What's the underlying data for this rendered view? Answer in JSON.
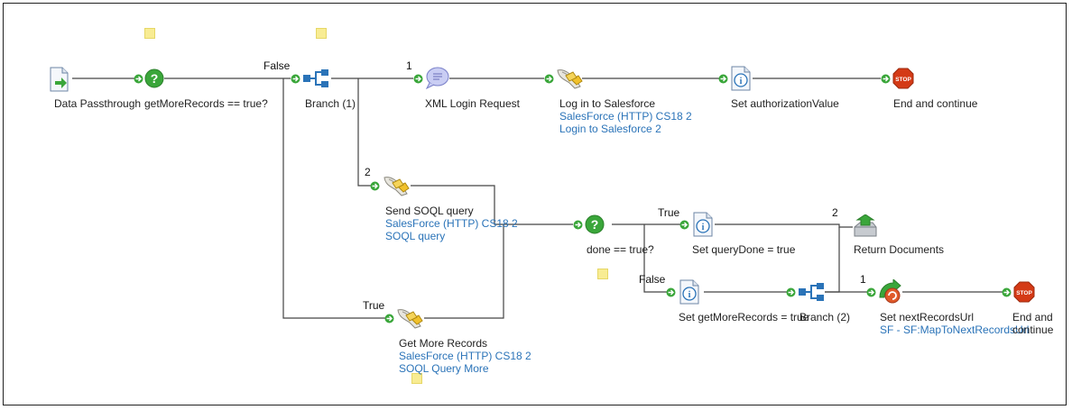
{
  "colors": {
    "wire": "#444444",
    "link": "#2a73b8",
    "connector": "#3aa63a",
    "decision": "#3aa63a",
    "stop": "#d43a16",
    "note": "#f8ec93"
  },
  "nodes": {
    "data_passthrough": {
      "label": "Data Passthrough",
      "icon": "document-icon"
    },
    "get_more_records_check": {
      "label": "getMoreRecords == true?",
      "icon": "question-icon"
    },
    "branch1": {
      "label": "Branch (1)",
      "icon": "branch-icon"
    },
    "xml_login": {
      "label": "XML Login Request",
      "icon": "message-icon"
    },
    "login_sf": {
      "label": "Log in to Salesforce",
      "icon": "plug-icon",
      "link1": "SalesForce (HTTP) CS18 2",
      "link2": "Login to Salesforce 2"
    },
    "set_auth": {
      "label": "Set authorizationValue",
      "icon": "info-icon"
    },
    "end1": {
      "label": "End and continue",
      "icon": "stop-icon"
    },
    "send_soql": {
      "label": "Send SOQL query",
      "icon": "plug-icon",
      "link1": "SalesForce (HTTP) CS18 2",
      "link2": "SOQL query"
    },
    "done_check": {
      "label": "done == true?",
      "icon": "question-icon"
    },
    "set_query_done": {
      "label": "Set queryDone = true",
      "icon": "info-icon"
    },
    "return_docs": {
      "label": "Return Documents",
      "icon": "return-icon"
    },
    "set_get_more": {
      "label": "Set getMoreRecords = true",
      "icon": "info-icon"
    },
    "branch2": {
      "label": "Branch (2)",
      "icon": "branch-icon"
    },
    "set_next_url": {
      "label": "Set nextRecordsUrl",
      "icon": "map-icon",
      "link1": "SF - SF:MapToNextRecordsUrl"
    },
    "end2": {
      "label": "End and continue",
      "icon": "stop-icon"
    },
    "get_more_records": {
      "label": "Get More Records",
      "icon": "plug-icon",
      "link1": "SalesForce (HTTP) CS18 2",
      "link2": "SOQL Query More"
    }
  },
  "edge_labels": {
    "false_top": "False",
    "one_top": "1",
    "two_left": "2",
    "true_done": "True",
    "false_done": "False",
    "two_right": "2",
    "one_right": "1",
    "true_bottom": "True"
  }
}
